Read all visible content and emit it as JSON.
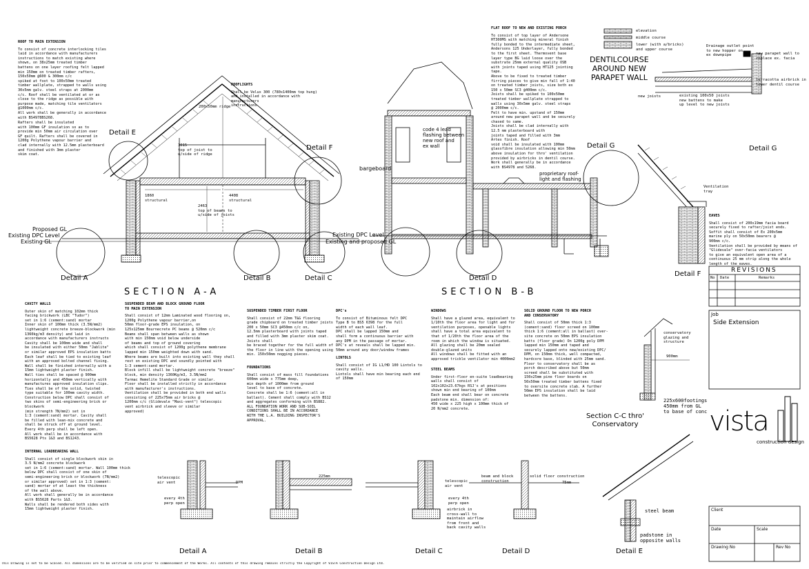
{
  "section_titles": {
    "aa": "SECTION A-A",
    "bb": "SECTION B-B",
    "cc": "Section C-C thro' Conservatory"
  },
  "detail_labels": {
    "a": "Detail A",
    "b": "Detail B",
    "c": "Detail C",
    "d": "Detail D",
    "e": "Detail E",
    "f": "Detail F",
    "g": "Detail G"
  },
  "labels": {
    "proposed_gl": "Proposed GL",
    "existing_dpc": "Existing DPC Level",
    "existing_gl": "Existing GL",
    "existing_and_proposed_gl": "Existing and proposed GL",
    "existing_dpc_right": "Existing DPC Level",
    "ridge": "200x50mm ridge",
    "top_joist": "3015\ntop of joist to\nu/side of ridge",
    "structural_1": "1860\nstructural",
    "structural_2": "4408\nstructural",
    "beams_joists": "2463\ntop of beams to\nu/side of joists",
    "bargeboard": "bargeboard",
    "code4": "code 4 lead\nflashing between\nnew roof and\nex wall",
    "proprietary": "proprietary roof-\nlight and flashing",
    "dentil": "DENTILCOURSE\nAROUND NEW\nPARAPET WALL",
    "legend_elev": "elevation",
    "legend_middle": "middle course",
    "legend_lower": "lower (with a/bricks)\nand upper course",
    "drainage": "Drainage outlet point\nto new hopper on\nex downpipe",
    "parapet": "new parapet wall to\nreplace ex. facia",
    "terracotta": "terracotta airbrick in\nlower dentil course",
    "new_joists": "new joists",
    "existing_joists": "existing 100x50 joists\nnew battens to make\nup level to new joists",
    "vent_tray": "Ventilation\ntray",
    "conservatory": "conservatory\nglazing and\nstructure",
    "dim_900": "900mm",
    "footings": "225x600footings\n450mm from GL\nto base of conc",
    "telescopic_a": "telescopic\nair vent",
    "every4_a": "every 4th\nperp open",
    "dpm_a": "DPM",
    "dim_225": "225mm",
    "telescopic_c": "telescopic\nair vent",
    "every4_c": "every 4th\nperp open",
    "airbrick_c": "airbrick in\ncross-wall to\nmaintain airflow\nfrom front and\nback cavity walls",
    "beam_block": "beam and block\nconstruction",
    "solid_floor": "solid floor construction",
    "dim_75": "75mm",
    "steel_beam": "steel beam",
    "padstone": "padstone in\nopposite walls"
  },
  "notes": {
    "roof_title": "ROOF TO MAIN EXTENSION",
    "roof_body": "To consist of concrete interlocking tiles\nlaid in accordance with manufacturers\ninstructions to match existing where\nshown, on 38x25mm treated timber\nbattens on one layer roofing felt lapped\nmin 150mm on treated timber rafters,\n150x50mm       @600 & 300mm c/c\nspiked at foot to 100x50mm treated\ntimber wallplate, strapped to walls using\n30x5mm galv. steel straps at 2000mm\nc/c. Roof shall be ventilated at or as\nclose to the ridge as possible with\npurpose made, matching tile ventilators\n@1000mm c/c.\nAll work shall be generally in accordance\nwith BS4978BS268.",
    "rafters_body": "Rafters shall be insulated\nwith 100mm GF insulation so as to\nprovide min 50mm air circulation over\nGF quilt. Rafters shall be covered in\n1200g Polythene vapour barrier and\nclad internally with 12.5mm plasterboard\nand finished with 3mm plaster\nskim coat.",
    "rooflights_title": "ROOFLIGHTS",
    "rooflights_body": "Shall be Velux 300 (780x1400mm top hung)\nand installed in accordance with manufacturers\ninstructions",
    "flat_title": "FLAT ROOF TO NEW AND EXISTING PORCH",
    "flat_body": "To consist of top layer of Andersone\nHT300MS with matching mineral finish\nfully bonded to the intermediate sheet,\nAndersons 125 Underlayer, fully bonded\nto the first sheet. Thermovent base\nlayer type BG laid loose over the\nsubstrate 25mm external quality OSB\nwith joints taped using HT125 jointing\ntape.\nAbove to be fixed to treated timber\nfirring pieces to give min fall of 1:40\non treated timber joists, size both ex\n150 x 50mm SC3    @400mm c/c.\nJoists shall be spiked to 100x50mm\ntreated timber wallplate strapped to\nwalls using 30x5mm galv. steel straps\n@ 2000mm c/c.\nFelt to have min. upstand of 150mm\naround new parapet wall and be securely\nchased to same.\nJoists shall be clad internally with\n12.5 mm plasterboard with\njoints taped and filled with 3mm\nArtex finish. Roof\nvoid shall be insulated with 100mm\nglassfibre insulation allowing min 50mm\nabove insulation for thro' ventilation\nprovided by airbricks in dentil course.\nWork shall generally be in accordance\nwith BS4978 and 5268.",
    "eaves_title": "EAVES",
    "eaves_body": "Shall consist of 200x19mm facia board\nsecurely fixed to rafter/joist ends.\nSoffit shall consist of Ex 200x5mm\nmarine ply on 50x50mm bearers @\n900mm c/c.\nVentilation shall be provided by means of\n\"Glidevale\" over-facia ventilators\nto give an equivalent open area of a\ncontinuous 25 mm strip along the whole\nlength of the eaves.",
    "cavity_title": "CAVITY WALLS",
    "cavity_body": "Outer skin of matching 102mm thick\nfacing brickwork (LBC \"Tudor\")\nset in 1:6 (cement:sand) mortar\nInner skin of 100mm thick (3.5N/mm2)\nlightweight concrete breeze-blockwork (min\n1360kg/m3 density) and laid in\naccordance with manufacturers instructs\nCavity shall be 100mm wide and shall\nbe insulated with either 50mm \"Jablite\"\nor similar approved EPS insulation batts\nEach leaf shall be tied to existing leaf\nwith an approved bolted channel fixing.\nWall shall be finished internally with a\n15mm lightweight plaster finish.\nWall ties shall be spaced @ 900mm\nhorizontally and 450mm vertically with\nmanufactures approved insulation clips.\nTies shall be of the solid, twisted\ntype suitable for 100mm cavity width.\nConstruction below DPC shall consist of\ntwo skins of semi-engineering brick or blockwork\n(min strength 7N/mm2) set in\n1:3 (cement:sand) mortar. Cavity shall\nbe filled with lean-mix concrete and\nshall be struck off at ground level.\nEvery 4th perp shall be left open.\nAll work shall be in accordance with\nBS5628 Pts 1&3 and BS1243.",
    "susp_title": "SUSPENDED BEAM AND BLOCK GROUND FLOOR\nTO MAIN EXTENSION",
    "susp_body": "Shall consist of 12mm Laminated wood flooring on,\n1200g Polythene vapour barrier,on\n50mm floor-grade EPS insulation, on\n125x125mm Bournecrete PC beams @ 520mm c/c\nBeams shall span between walls as shown\nwith min 150mm void below underside\nof beams and top of ground covering\nwhich shall consist of 1200g polythene membrane\nlapped min 150mm weighted down with sand.\nWhere beams are built into existing wall they shall\nrest on existing DPC and soundly pointed with\n1:3 cement:sand mortar.\nBlock infill shall be lightweight concrete \"breeze\"\nblock, min density 1360Kg/m3, 3.5N/mm2\nTarmac Hemelite Standard Grade or similar.\nFloor shall be installed strictly in accordance\nwith manufacturer's instructions.\nVentilation shall be provided in both end walls\nconsisting of 225x75mm air bricks @\n1200mm c/c (Glidevale \"Maxi-vent\") telescopic\nvent airbrick and sleeve or similar\napproved)",
    "timber_title": "SUSPENDED TIMBER FIRST FLOOR",
    "timber_body": "Shall consist of 22mm T&G flooring\ngrade chipboard on treated timber joists\n200 x 50mm SC3 @450mm c/c on,\n12.5mm plasterboard with joints taped\nand filled with 3mm plaster skim coat.\nJoists shall\nbe braced together for the full width of\nthe floor in line with the opening using\nmin. 150x50mm nogging pieces.",
    "found_title": "FOUNDATIONS",
    "found_body": "Shall consist of mass fill foundations\n600mm wide x 775mm deep,\nmin depth of 1000mm from ground\nlevel to base of concrete.\nConcrete shall be 1:6 (cement:all in\nballast). Cement shall comply with BS12\nand aggregates conforming with BS882.\nALL FOUNDATION WORK AND SUB-SOIL\nCONDITIONS SHALL BE IN ACCORDANCE\nWITH THE L.A. BUILDING INSPECTOR'S\nAPPROVAL.",
    "dpc_title": "DPC's",
    "dpc_body": "To consist of Bituminous felt DPC\nType B to BS5 6398 for the full\nwidth of each wall leaf.\nDPC shall be lapped 150mm and\nshall form a continuous barrier with\nany DPM in the passage of mortar.\nDPC's at reveals shall be lapped min.\n50mm around any door/window frames",
    "lintols_title": "LINTOLS",
    "lintols_body": "Shall consist of IG L1/HD 100 Lintols to\ncavity walls.\nLintols shall have min bearing each end\nof 150mm",
    "windows_title": "WINDOWS",
    "windows_body": "Shall have a glazed area, equivalent to\n1/10th the floor area for light and for\nventilation purposes, openable lights\nshall have a total area equivalent to\nthat of 1/20th the floor area of the\nroom in which the window is situated.\nAll glazing shall be 20mm sealed\ndouble-glazed units\nAll windows shall be fitted with an\napproved trickle ventilator min 4000mm2",
    "steel_title": "STEEL BEAMS",
    "steel_body": "Under first-floor en-suite loadbearing\nwalls shall consist of\n102x102x23.67kgs RSJ's at positions\nshown min end bearing of 100mm\nEach beam end shall bear on concrete\npadstone min. dimension of:\n450 wide x 225 high x 100mm thick of\n20 N/mm2 concrete.",
    "solid_title": "SOLID GROUND FLOOR TO NEW PORCH\nAND CONSERVATORY",
    "solid_body": "Shall consist of 50mm thick 1:3\n(cement:sand) floor screed on 100mm\nthick 1:6 (cement:all in ballast) over-\nsite concrete on 50mm EPS insulation\nbatts (floor grade) On 1200g poly DPM\nlapped min 150mm and taped and\nsecurely lapped onto new/existing DPC/\nDPM, on 150mm thick, well compacted,\nhardcore base, blinded with 25mm sand.\nFloor to conservatory shall be as\nporch described above but 50mm\nscreed shall be substituted with\n150x25mm pine floor boards on\n50x50mm treated timber battens fixed\nto oversite concrete slab. A further\n50mm EPS insulation shall be laid\nbetween the battens.",
    "internal_title": "INTERNAL LOADBEARING WALL",
    "internal_body": "Shall consist of single blockwork skin in\n3.5 N/mm2 concrete blockwork\nset in 1:6 (cement:sand) mortar. Wall 100mm thick\nbelow DPC shall consist of one skin of\nsemi-engineering brick or blockwork (7N/mm2)\nor similar approved) set in 1:3 (cement:\nsand) mortar of at least the thickness\nof the wall above.\nAll work shall generally be in accordance\nwith BS5628 Parts 1&3.\nWalls shall be rendered both sides with\n15mm lightweight plaster finish.",
    "footer": "This Drawing is not to be Scaled. All dimensions are to be verified on site prior to commencement of the Works. All contents of this drawing remains strictly the Copyright of VISTA Construction Design Ltd."
  },
  "title_block": {
    "revisions": "REVISIONS",
    "col_no": "No",
    "col_date": "Date",
    "col_remarks": "Remarks",
    "job_label": "Job",
    "job_value": "Side Extension",
    "logo": "vista",
    "logo_sub": "construction design",
    "client": "Client",
    "date": "Date",
    "scale": "Scale",
    "drawing_no": "Drawing No",
    "rev_no": "Rev No"
  }
}
